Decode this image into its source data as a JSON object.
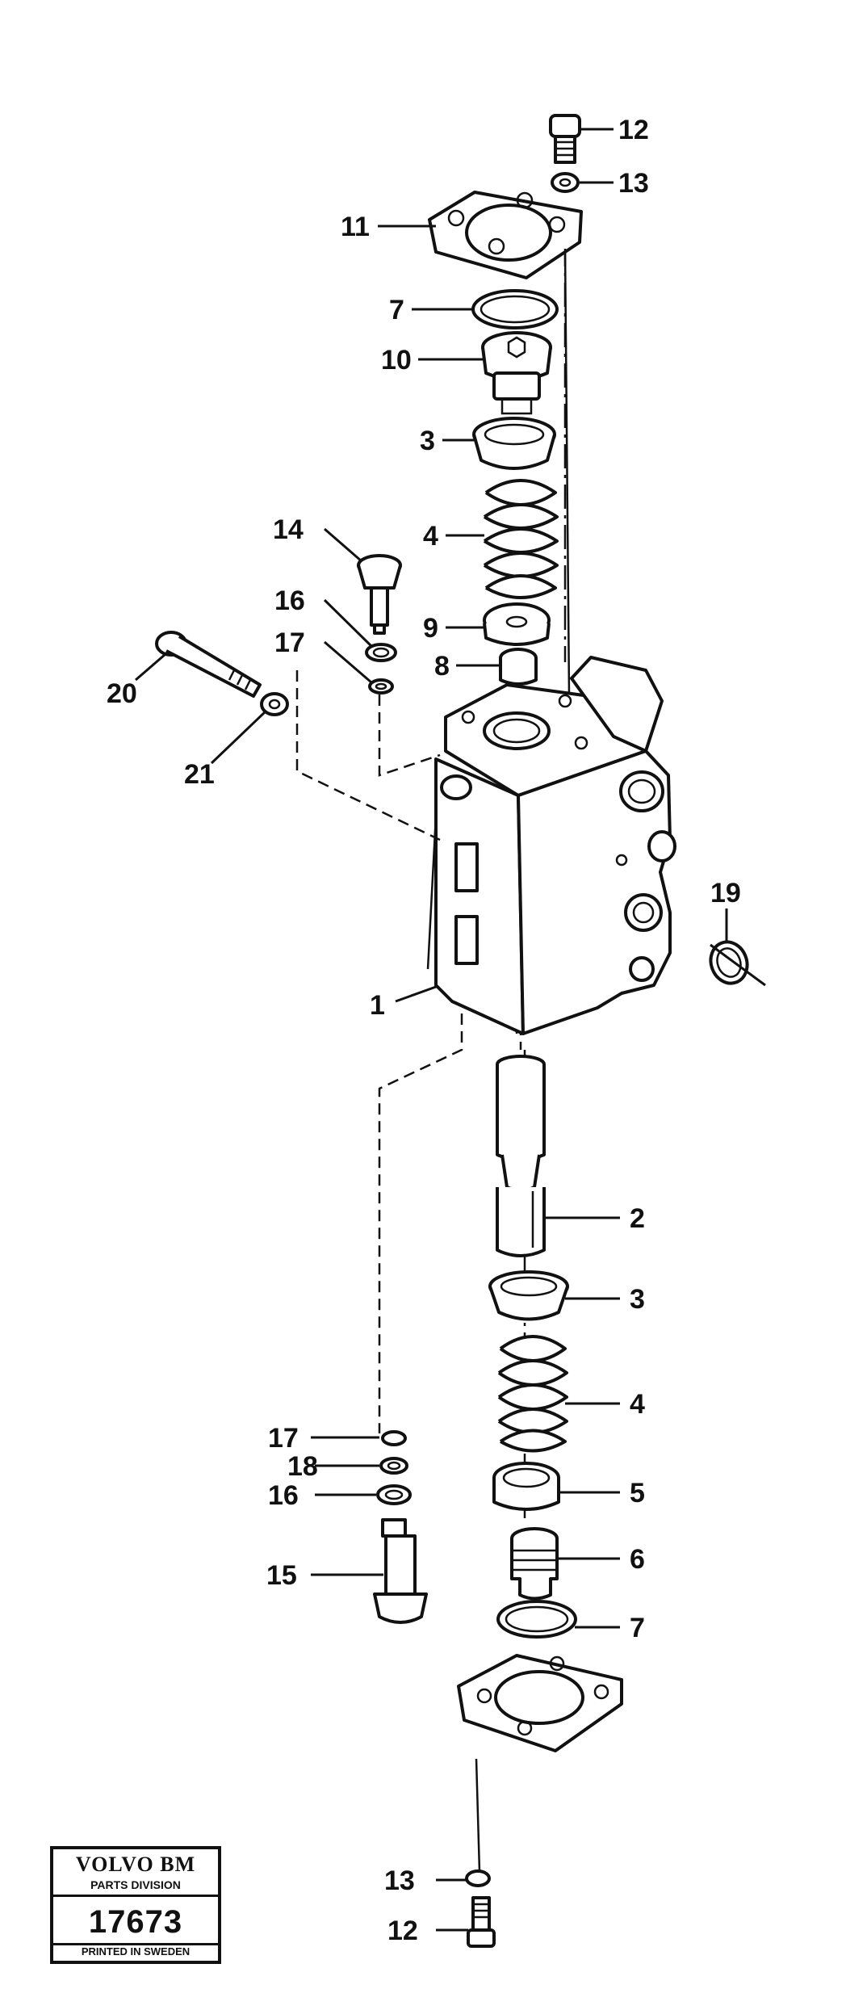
{
  "callouts": {
    "c12a": "12",
    "c13a": "13",
    "c11": "11",
    "c7a": "7",
    "c10": "10",
    "c3a": "3",
    "c4a": "4",
    "c14": "14",
    "c16a": "16",
    "c9": "9",
    "c17a": "17",
    "c8": "8",
    "c20": "20",
    "c21": "21",
    "c19": "19",
    "c1": "1",
    "c2": "2",
    "c3b": "3",
    "c4b": "4",
    "c17b": "17",
    "c18": "18",
    "c5": "5",
    "c16b": "16",
    "c6": "6",
    "c15": "15",
    "c7b": "7",
    "c13b": "13",
    "c12b": "12"
  },
  "stamp": {
    "brand": "VOLVO BM",
    "division": "PARTS DIVISION",
    "number": "17673",
    "printed": "PRINTED IN SWEDEN"
  }
}
